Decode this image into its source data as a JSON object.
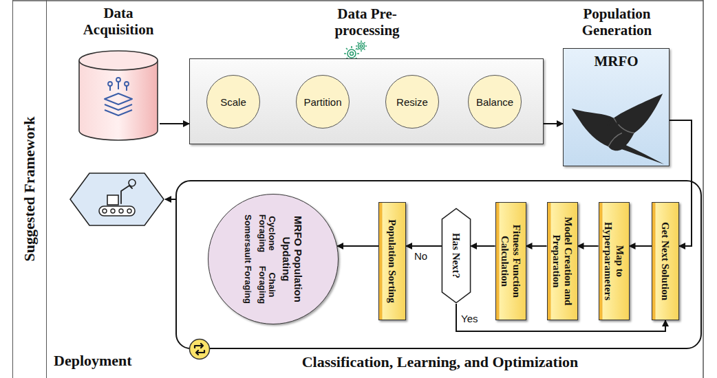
{
  "diagram": {
    "nodes": [
      {
        "text": [
          "Suggested Framework"
        ]
      },
      {
        "text": [
          "Data Acquisition"
        ]
      },
      {
        "text": [
          "Data Pre-processing"
        ]
      },
      {
        "text": [
          "Scale"
        ],
        "in": 2
      },
      {
        "text": [
          "Partition"
        ],
        "in": 2
      },
      {
        "text": [
          "Resize"
        ],
        "in": 2
      },
      {
        "text": [
          "Balance"
        ],
        "in": 2
      },
      {
        "text": [
          "Population Generation",
          "MRFO"
        ]
      },
      {
        "text": [
          "Classification, Learning, and Optimization"
        ]
      },
      {
        "text": [
          "Get Next Solution"
        ],
        "in": 8
      },
      {
        "text": [
          "Map to Hyperparameters"
        ],
        "in": 8
      },
      {
        "text": [
          "Model Creation and Preparation"
        ],
        "in": 8
      },
      {
        "text": [
          "Fitness Function Calculation"
        ],
        "in": 8
      },
      {
        "text": [
          "Has Next?"
        ],
        "in": 8
      },
      {
        "text": [
          "Population Sorting"
        ],
        "in": 8
      },
      {
        "text": [
          "MRFO Population Updating",
          "Cyclone Foraging",
          "Chain Foraging",
          "Somersault Foraging"
        ],
        "in": 8
      },
      {
        "text": [
          "Deployment"
        ]
      }
    ],
    "edges": [
      {
        "from": 1,
        "to": 2,
        "arrow": "to"
      },
      {
        "from": 2,
        "to": 7,
        "arrow": "to"
      },
      {
        "from": 7,
        "to": 9,
        "arrow": "to"
      },
      {
        "from": 9,
        "to": 10,
        "arrow": "to"
      },
      {
        "from": 10,
        "to": 11,
        "arrow": "to"
      },
      {
        "from": 11,
        "to": 12,
        "arrow": "to"
      },
      {
        "from": 12,
        "to": 13,
        "arrow": "to"
      },
      {
        "from": 13,
        "to": 14,
        "arrow": "to",
        "label": "No"
      },
      {
        "from": 13,
        "to": 9,
        "arrow": "to",
        "label": "Yes"
      },
      {
        "from": 14,
        "to": 15,
        "arrow": "to"
      },
      {
        "from": 8,
        "to": 16,
        "arrow": "to"
      }
    ]
  }
}
